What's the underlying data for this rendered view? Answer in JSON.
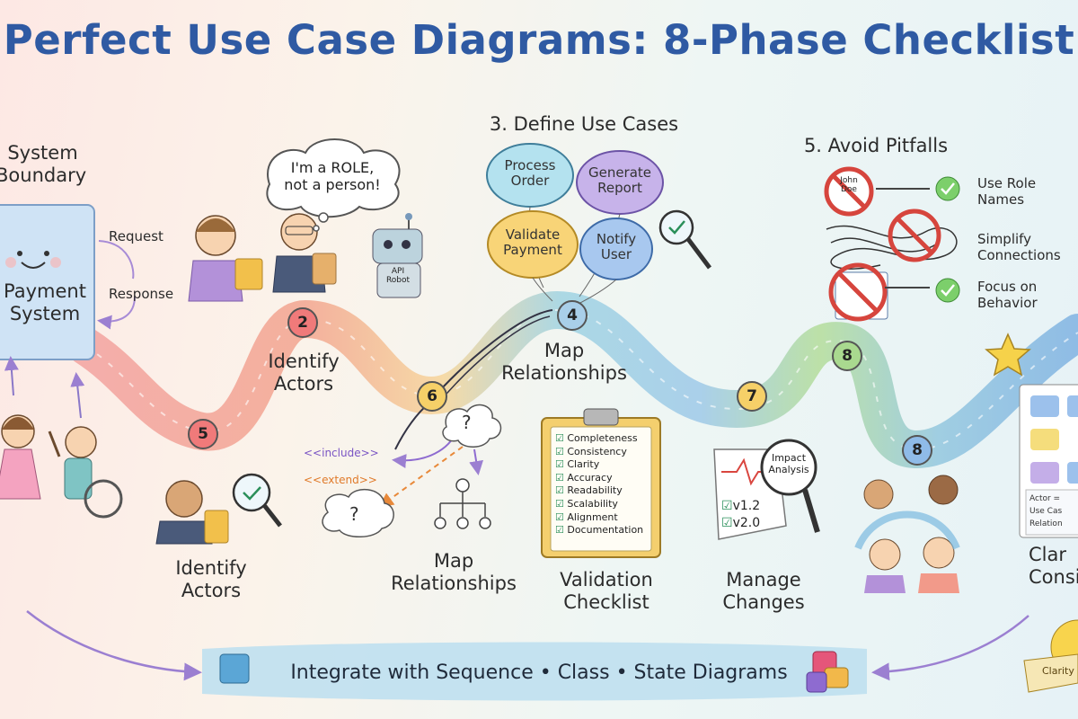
{
  "title": "Perfect Use Case Diagrams: 8-Phase Checklist",
  "phases": {
    "system_boundary": ". System\nBoundary",
    "define_use_cases": "3. Define Use Cases",
    "avoid_pitfalls": "5. Avoid Pitfalls",
    "identify_actors_top": "Identify\nActors",
    "map_relationships_top": "Map\nRelationships",
    "identify_actors_bottom": "Identify\nActors",
    "map_relationships_bottom": "Map\nRelationships",
    "validation_checklist": "Validation\nChecklist",
    "manage_changes": "Manage\nChanges",
    "clarity_consistency": "Clar\nConsi"
  },
  "system": {
    "name": "Payment\nSystem",
    "request": "Request",
    "response": "Response"
  },
  "speech_bubble": "I'm a ROLE,\nnot a person!",
  "robot_label": "API\nRobot",
  "use_case_balloons": [
    "Process\nOrder",
    "Generate\nReport",
    "Validate\nPayment",
    "Notify\nUser"
  ],
  "relations": {
    "include": "<<include>>",
    "extend": "<<extend>>",
    "unknown": "?"
  },
  "path_markers": [
    "5",
    "2",
    "6",
    "4",
    "7",
    "8",
    "8"
  ],
  "pitfalls": {
    "sign_text": "John\nDoe",
    "items": [
      "Use Role\nNames",
      "Simplify\nConnections",
      "Focus on\nBehavior"
    ]
  },
  "checklist": [
    "Completeness",
    "Consistency",
    "Clarity",
    "Accuracy",
    "Readability",
    "Scalability",
    "Alignment",
    "Documentation"
  ],
  "changes": {
    "magnifier": "Impact\nAnalysis",
    "versions": [
      "v1.2",
      "v2.0"
    ]
  },
  "legend": [
    "Actor =",
    "Use Cas",
    "Relation"
  ],
  "clarity_badge": "Clarity",
  "footer": "Integrate with Sequence • Class • State Diagrams",
  "colors": {
    "title": "#2f5aa3",
    "footer_band": "#bfe0ef"
  },
  "icons": [
    "magnifier-check-icon",
    "check-circle-icon",
    "no-sign-icon",
    "puzzle-icon",
    "star-icon",
    "clipboard-icon"
  ]
}
